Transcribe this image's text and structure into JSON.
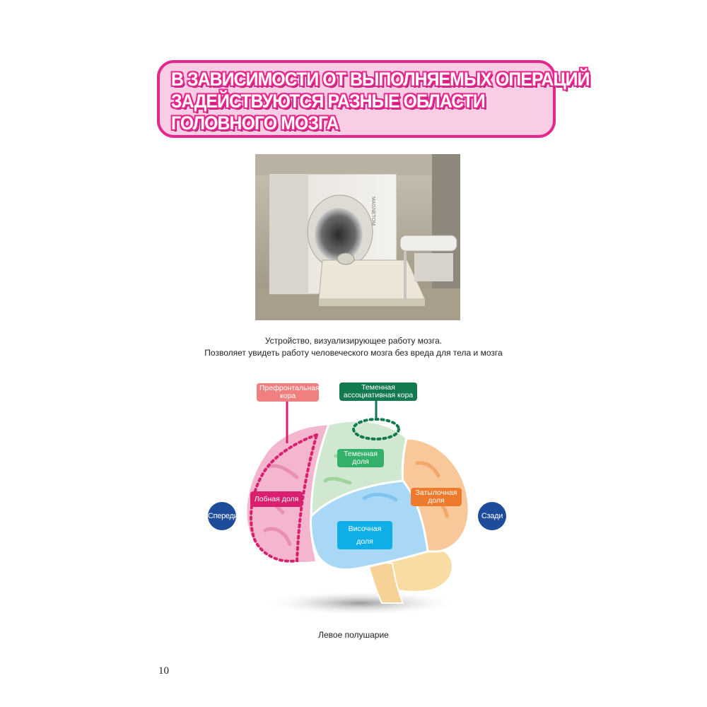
{
  "title": {
    "lines": [
      "В ЗАВИСИМОСТИ ОТ ВЫПОЛНЯЕМЫХ ОПЕРАЦИЙ",
      "ЗАДЕЙСТВУЮТСЯ РАЗНЫЕ ОБЛАСТИ",
      "ГОЛОВНОГО МОЗГА"
    ]
  },
  "photo": {
    "scanner_brand": "MAGNETOM"
  },
  "caption": {
    "line1": "Устройство, визуализирующее работу мозга.",
    "line2": "Позволяет увидеть работу человеческого мозга без вреда для тела и мозга"
  },
  "diagram": {
    "labels": {
      "prefrontal": [
        "Префронтальная",
        "кора"
      ],
      "parietal_assoc": [
        "Теменная",
        "ассоциативная кора"
      ],
      "parietal": [
        "Теменная",
        "доля"
      ],
      "frontal": "Лобная доля",
      "occipital": [
        "Затылочная",
        "доля"
      ],
      "temporal": "Височная доля"
    },
    "front": "Спереди",
    "back": "Сзади",
    "hemisphere": "Левое полушарие"
  },
  "colors": {
    "title_border": "#e0288f",
    "title_bg": "#f9cde3",
    "frontal": "#f4b6cf",
    "parietal": "#cfe8cf",
    "temporal": "#a8d8f5",
    "occipital": "#f8c89a",
    "cerebellum": "#f9dca4",
    "side_circle": "#1e4c9b"
  },
  "page_number": "10"
}
